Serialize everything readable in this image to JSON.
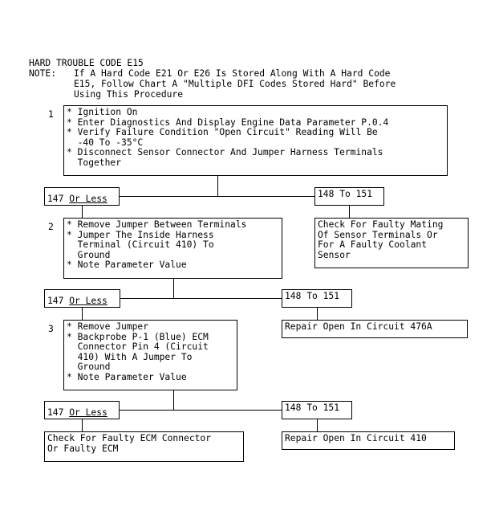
{
  "header": {
    "title": "HARD TROUBLE CODE E15",
    "note_label": "NOTE:",
    "note_lines": [
      "If A Hard Code E21 Or E26 Is Stored Along With A Hard Code",
      "E15, Follow Chart A \"Multiple DFI Codes Stored Hard\" Before",
      "Using This Procedure"
    ]
  },
  "steps": [
    {
      "number": "1",
      "lines": [
        "* Ignition On",
        "* Enter Diagnostics And Display Engine Data Parameter P.0.4",
        "* Verify Failure Condition \"Open Circuit\" Reading Will Be",
        "  -40 To -35°C",
        "* Disconnect Sensor Connector And Jumper Harness Terminals",
        "  Together"
      ]
    },
    {
      "number": "2",
      "lines": [
        "* Remove Jumper Between Terminals",
        "* Jumper The Inside Harness",
        "  Terminal (Circuit 410) To",
        "  Ground",
        "* Note Parameter Value"
      ]
    },
    {
      "number": "3",
      "lines": [
        "* Remove Jumper",
        "* Backprobe P-1 (Blue) ECM",
        "  Connector Pin 4 (Circuit",
        "  410) With A Jumper To",
        "  Ground",
        "* Note Parameter Value"
      ]
    }
  ],
  "branches": {
    "low_prefix": "147 ",
    "low_suffix": "Or Less",
    "high": "148 To 151"
  },
  "outcomes": {
    "step1_high": [
      "Check For Faulty Mating",
      "Of Sensor Terminals Or",
      "For A Faulty Coolant",
      "Sensor"
    ],
    "step2_high": [
      "Repair Open In Circuit 476A"
    ],
    "step3_high": [
      "Repair Open In Circuit 410"
    ],
    "step3_low": [
      "Check For Faulty ECM Connector",
      "Or Faulty ECM"
    ]
  }
}
